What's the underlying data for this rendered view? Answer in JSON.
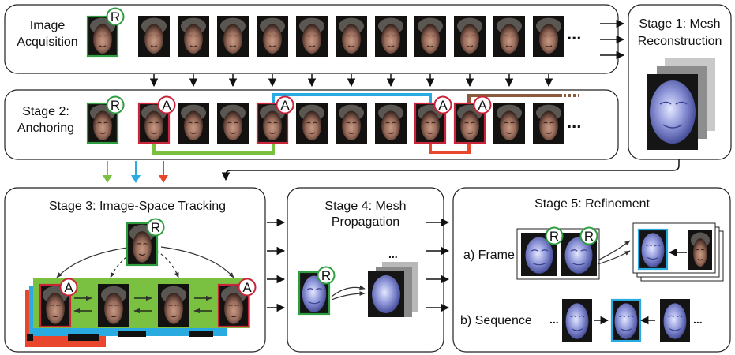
{
  "row1": {
    "label_line1": "Image",
    "label_line2": "Acquisition"
  },
  "row2": {
    "label_line1": "Stage 2:",
    "label_line2": "Anchoring"
  },
  "stage1": {
    "title_line1": "Stage 1: Mesh",
    "title_line2": "Reconstruction"
  },
  "stage3": {
    "title": "Stage 3: Image-Space Tracking"
  },
  "stage4": {
    "title_line1": "Stage 4: Mesh",
    "title_line2": "Propagation"
  },
  "stage5": {
    "title": "Stage 5: Refinement",
    "frame_label": "a) Frame",
    "sequence_label": "b) Sequence"
  },
  "badges": {
    "reference": "R",
    "anchor": "A"
  },
  "ellipsis": "...",
  "colors": {
    "reference": "#2e9d3f",
    "anchor": "#c8243a",
    "green_link": "#7ac142",
    "blue_link": "#29abe2",
    "red_link": "#e8472e",
    "brown_link": "#8b5a3c",
    "tracking_panel": "#7ac142"
  }
}
